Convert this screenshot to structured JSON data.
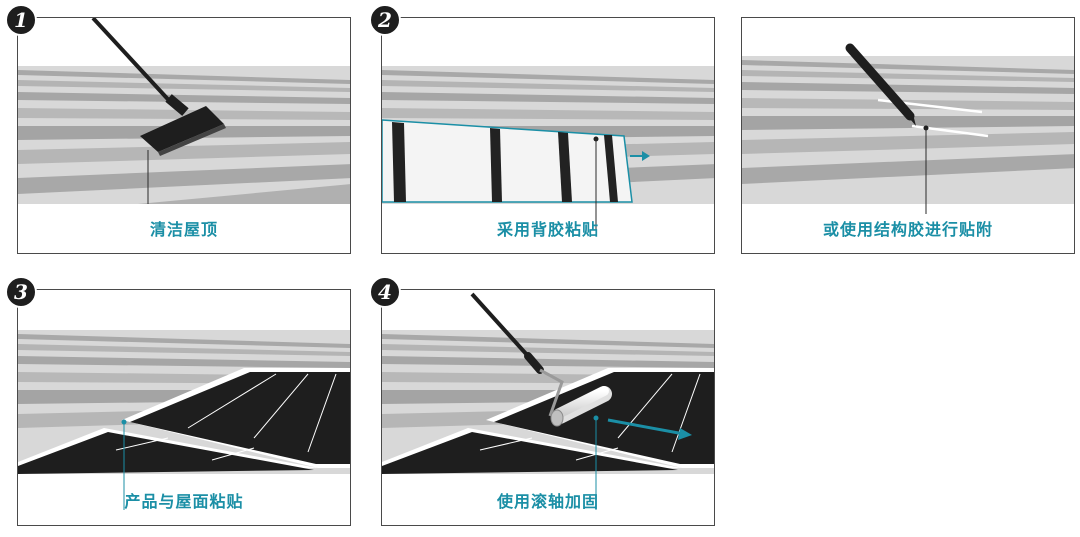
{
  "steps": [
    {
      "number": "1",
      "caption": "清洁屋顶"
    },
    {
      "number": "2",
      "caption": "采用背胶粘贴"
    },
    {
      "number": "",
      "caption": "或使用结构胶进行贴附"
    },
    {
      "number": "3",
      "caption": "产品与屋面粘贴"
    },
    {
      "number": "4",
      "caption": "使用滚轴加固"
    }
  ],
  "colors": {
    "accent": "#1b8fa6",
    "panel_black": "#1e1e1e",
    "roof_light": "#d6d6d6",
    "roof_dark": "#a9a9a9",
    "border": "#4a4a4a"
  }
}
